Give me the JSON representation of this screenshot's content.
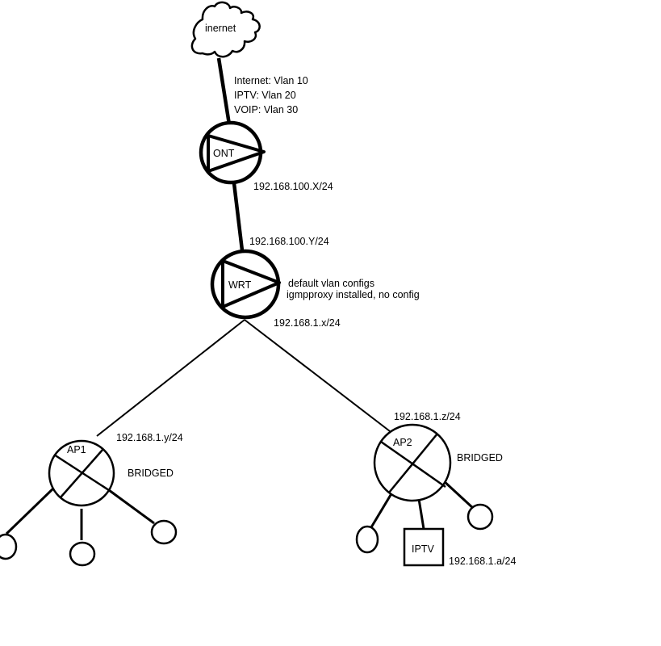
{
  "colors": {
    "line": "#000000",
    "background": "#ffffff"
  },
  "cloud": {
    "label": "inernet"
  },
  "ont": {
    "label": "ONT",
    "icon": "router-icon"
  },
  "wrt": {
    "label": "WRT",
    "icon": "router-icon"
  },
  "ap1": {
    "label": "AP1",
    "icon": "access-point-icon"
  },
  "ap2": {
    "label": "AP2",
    "icon": "access-point-icon"
  },
  "iptv_box": {
    "label": "IPTV"
  },
  "annotations": {
    "vlan_internet": "Internet: Vlan 10",
    "vlan_iptv": "IPTV: Vlan 20",
    "vlan_voip": "VOIP: Vlan 30",
    "ont_ip": "192.168.100.X/24",
    "wrt_wan_ip": "192.168.100.Y/24",
    "wrt_note_1": "default vlan configs",
    "wrt_note_2": "igmpproxy installed, no config",
    "wrt_lan_ip": "192.168.1.x/24",
    "ap1_ip": "192.168.1.y/24",
    "ap1_mode": "BRIDGED",
    "ap2_ip": "192.168.1.z/24",
    "ap2_mode": "BRIDGED",
    "iptv_ip": "192.168.1.a/24"
  }
}
